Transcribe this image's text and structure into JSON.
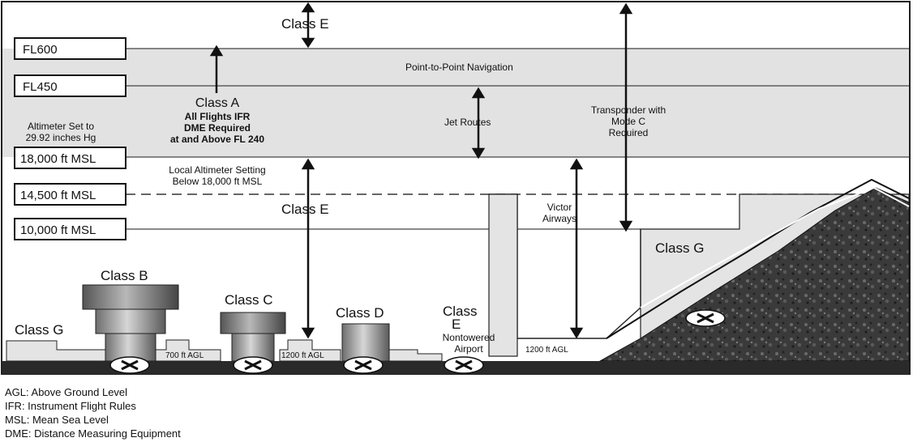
{
  "altitudes": {
    "fl600": "FL600",
    "fl450": "FL450",
    "msl18000": "18,000 ft MSL",
    "msl14500": "14,500 ft MSL",
    "msl10000": "10,000 ft MSL"
  },
  "labels": {
    "class_e_top": "Class E",
    "point_to_point": "Point-to-Point Navigation",
    "class_a_title": "Class A",
    "class_a_line1": "All Flights IFR",
    "class_a_line2": "DME Required",
    "class_a_line3": "at and Above FL 240",
    "altimeter_line1": "Altimeter Set to",
    "altimeter_line2": "29.92 inches Hg",
    "jet_routes": "Jet Routes",
    "transponder_line1": "Transponder with",
    "transponder_line2": "Mode C",
    "transponder_line3": "Required",
    "local_alt_line1": "Local Altimeter Setting",
    "local_alt_line2": "Below 18,000 ft MSL",
    "class_e_mid": "Class E",
    "victor_line1": "Victor",
    "victor_line2": "Airways",
    "class_g_right": "Class G",
    "class_b": "Class B",
    "class_c": "Class C",
    "class_d": "Class D",
    "class_e_low_1": "Class",
    "class_e_low_2": "E",
    "class_g_left": "Class G",
    "nontowered_1": "Nontowered",
    "nontowered_2": "Airport",
    "agl_700": "700 ft AGL",
    "agl_1200_a": "1200 ft AGL",
    "agl_1200_b": "1200 ft AGL"
  },
  "legend": {
    "agl": "AGL: Above Ground Level",
    "ifr": "IFR:  Instrument Flight Rules",
    "msl": "MSL: Mean Sea Level",
    "dme": "DME: Distance Measuring Equipment"
  }
}
